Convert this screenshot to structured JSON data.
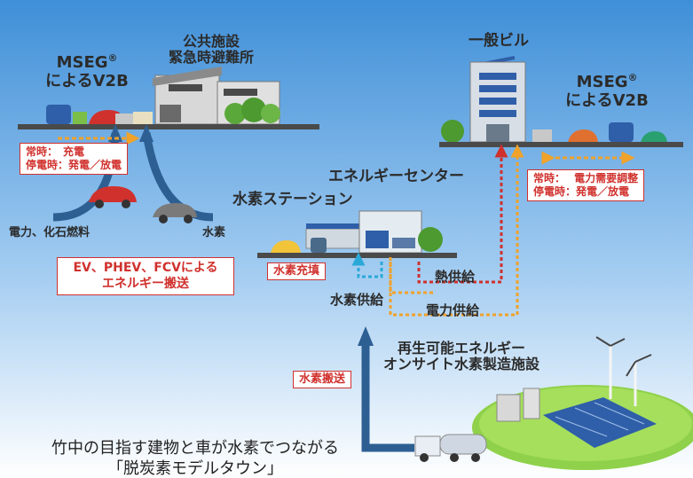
{
  "nodes": {
    "public_facility": {
      "line1": "公共施設",
      "line2": "緊急時避難所"
    },
    "mseg_left": {
      "line1": "MSEG",
      "mark": "®",
      "line2": "によるV2B"
    },
    "general_building": {
      "title": "一般ビル"
    },
    "mseg_right": {
      "line1": "MSEG",
      "mark": "®",
      "line2": "によるV2B"
    },
    "energy_center": {
      "title": "エネルギーセンター"
    },
    "hydrogen_station": {
      "title": "水素ステーション"
    },
    "renewable_plant": {
      "line1": "再生可能エネルギー",
      "line2": "オンサイト水素製造施設"
    }
  },
  "boxes": {
    "left_status": {
      "line1": "常時：　充電",
      "line2": "停電時：発電／放電"
    },
    "right_status": {
      "line1": "常時：　 電力需要調整",
      "line2": "停電時：発電／放電"
    },
    "ev_transport": {
      "line1": "EV、PHEV、FCVによる",
      "line2": "エネルギー搬送"
    },
    "hydrogen_filling": {
      "text": "水素充填"
    },
    "hydrogen_transport": {
      "text": "水素搬送"
    }
  },
  "flows": {
    "power_fossil": "電力、化石燃料",
    "hydrogen": "水素",
    "heat_supply": "熱供給",
    "hydrogen_supply": "水素供給",
    "power_supply": "電力供給"
  },
  "caption": {
    "line1": "竹中の目指す建物と車が水素でつながる",
    "line2": "「脱炭素モデルタウン」"
  },
  "colors": {
    "sky_top": "#3f8fd8",
    "sky_bottom": "#ffffff",
    "ground": "#4a4a4a",
    "arrow_blue": "#2d5f93",
    "heat_red": "#d0312d",
    "power_orange": "#f0a22a",
    "hydrogen_cyan": "#2aa8d8",
    "label_red": "#d0312d"
  }
}
